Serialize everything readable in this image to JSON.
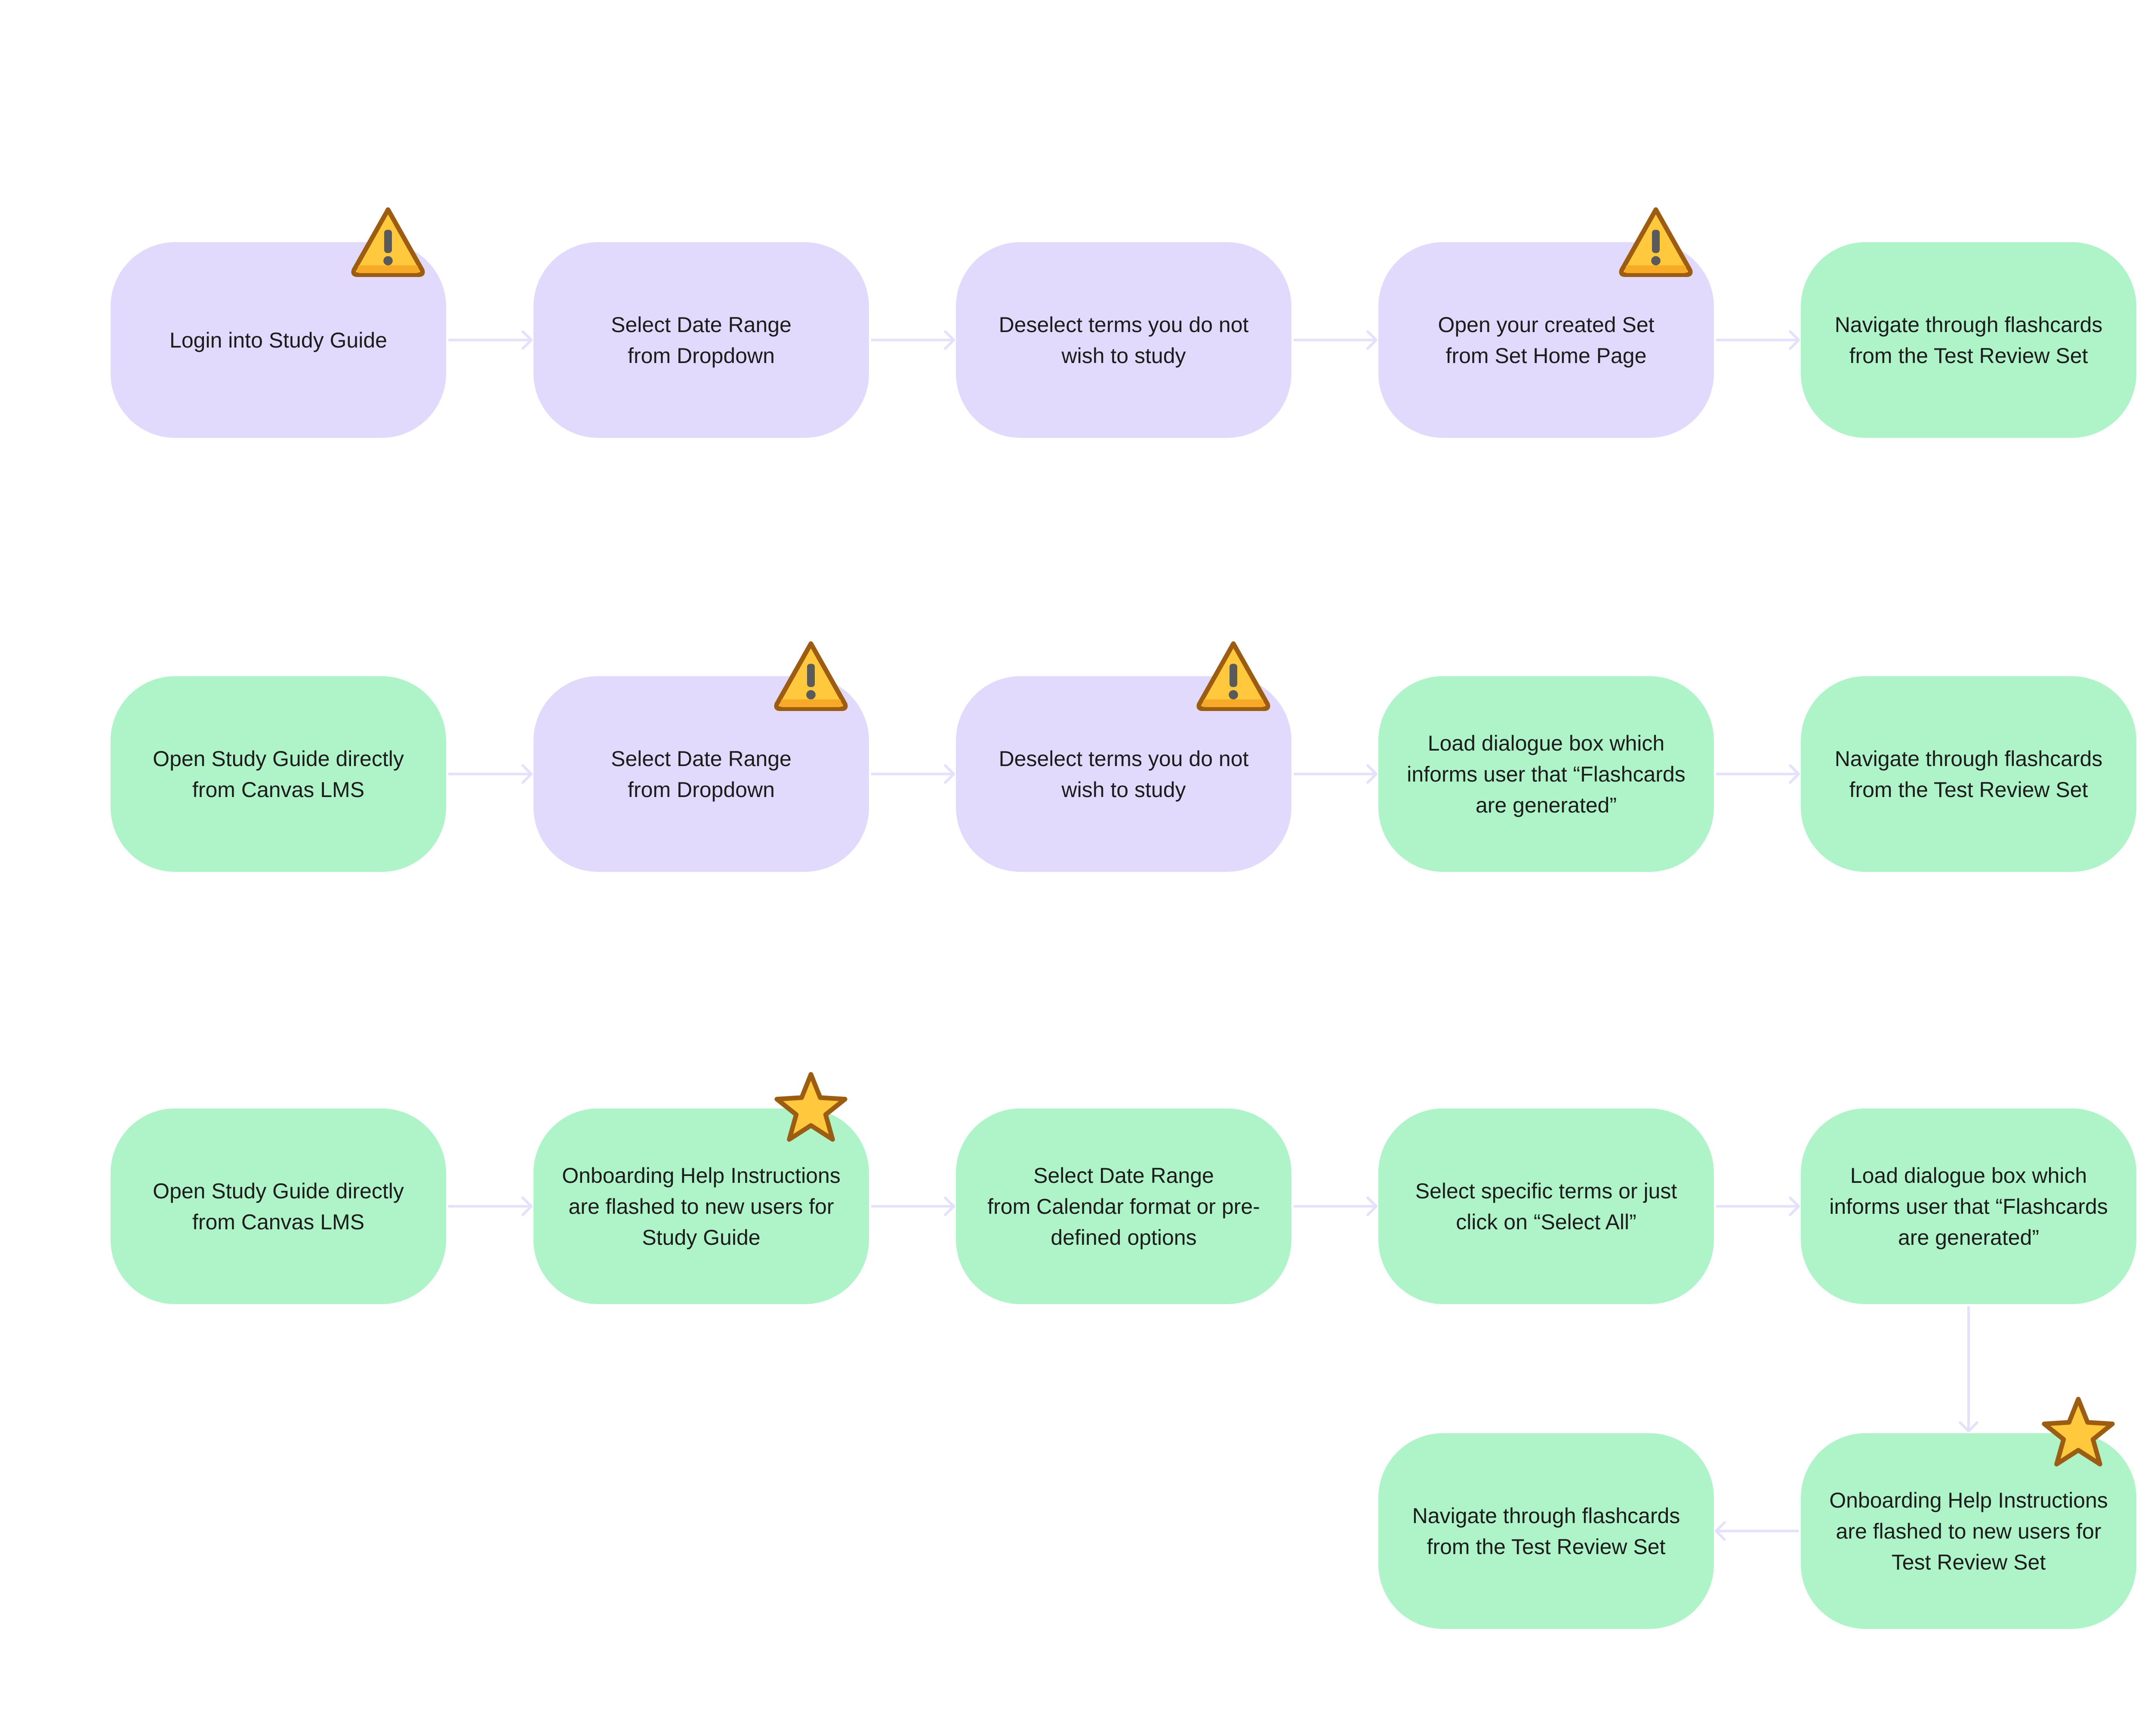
{
  "headings": {
    "flow_1": "",
    "flow_2": "",
    "flow_3": ""
  },
  "colors": {
    "current_step": "#e2dafd",
    "improved_step": "#aff4c9",
    "connector": "#e5e0fb",
    "warning_fill": "#ffc83d",
    "warning_outline": "#9c5d12",
    "star_fill": "#ffc83d"
  },
  "flows": [
    {
      "steps": [
        {
          "label": "Login into Study Guide",
          "color": "purple",
          "marker": "warning-icon"
        },
        {
          "label": "Select Date Range\nfrom Dropdown",
          "color": "purple",
          "marker": ""
        },
        {
          "label": "Deselect terms you do not\nwish to study",
          "color": "purple",
          "marker": ""
        },
        {
          "label": "Open your created Set\nfrom Set Home Page",
          "color": "purple",
          "marker": "warning-icon"
        },
        {
          "label": "Navigate through flashcards\nfrom the Test Review Set",
          "color": "green",
          "marker": ""
        }
      ]
    },
    {
      "steps": [
        {
          "label": "Open Study Guide directly\nfrom Canvas LMS",
          "color": "green",
          "marker": ""
        },
        {
          "label": "Select Date Range\nfrom Dropdown",
          "color": "purple",
          "marker": "warning-icon"
        },
        {
          "label": "Deselect terms you do not\nwish to study",
          "color": "purple",
          "marker": "warning-icon"
        },
        {
          "label": "Load dialogue box which\ninforms user that “Flashcards\nare generated”",
          "color": "green",
          "marker": ""
        },
        {
          "label": "Navigate through flashcards\nfrom the Test Review Set",
          "color": "green",
          "marker": ""
        }
      ]
    },
    {
      "steps": [
        {
          "label": "Open Study Guide directly\nfrom Canvas LMS",
          "color": "green",
          "marker": ""
        },
        {
          "label": "Onboarding Help Instructions\nare flashed to new users for\nStudy Guide",
          "color": "green",
          "marker": "star-icon"
        },
        {
          "label": "Select Date Range\nfrom Calendar format or pre-\ndefined options",
          "color": "green",
          "marker": ""
        },
        {
          "label": "Select specific terms or just\nclick on “Select All”",
          "color": "green",
          "marker": ""
        },
        {
          "label": "Load dialogue box which\ninforms user that “Flashcards\nare generated”",
          "color": "green",
          "marker": ""
        },
        {
          "label": "Onboarding Help Instructions\nare flashed to new users for\nTest Review Set",
          "color": "green",
          "marker": "star-icon"
        },
        {
          "label": "Navigate through flashcards\nfrom the Test Review Set",
          "color": "green",
          "marker": ""
        }
      ]
    }
  ]
}
